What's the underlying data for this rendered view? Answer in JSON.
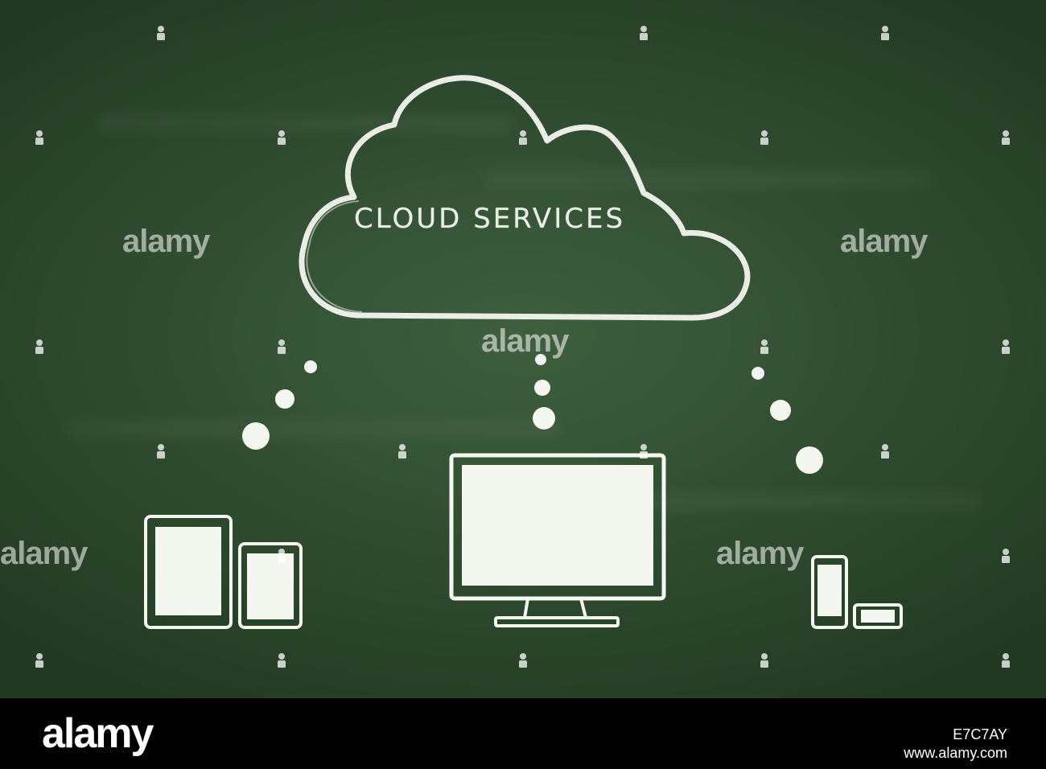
{
  "diagram": {
    "cloud_label": "CLOUD SERVICES",
    "devices": [
      {
        "name": "tablet and phone"
      },
      {
        "name": "desktop monitor"
      },
      {
        "name": "smartphone and small device"
      }
    ]
  },
  "watermark": {
    "text": "alamy"
  },
  "footer": {
    "logo": "alamy",
    "image_id": "E7C7AY",
    "url": "www.alamy.com"
  },
  "colors": {
    "chalkboard": "#2f4b2f",
    "chalk": "#f4f6f0",
    "footer_bg": "#000000"
  }
}
